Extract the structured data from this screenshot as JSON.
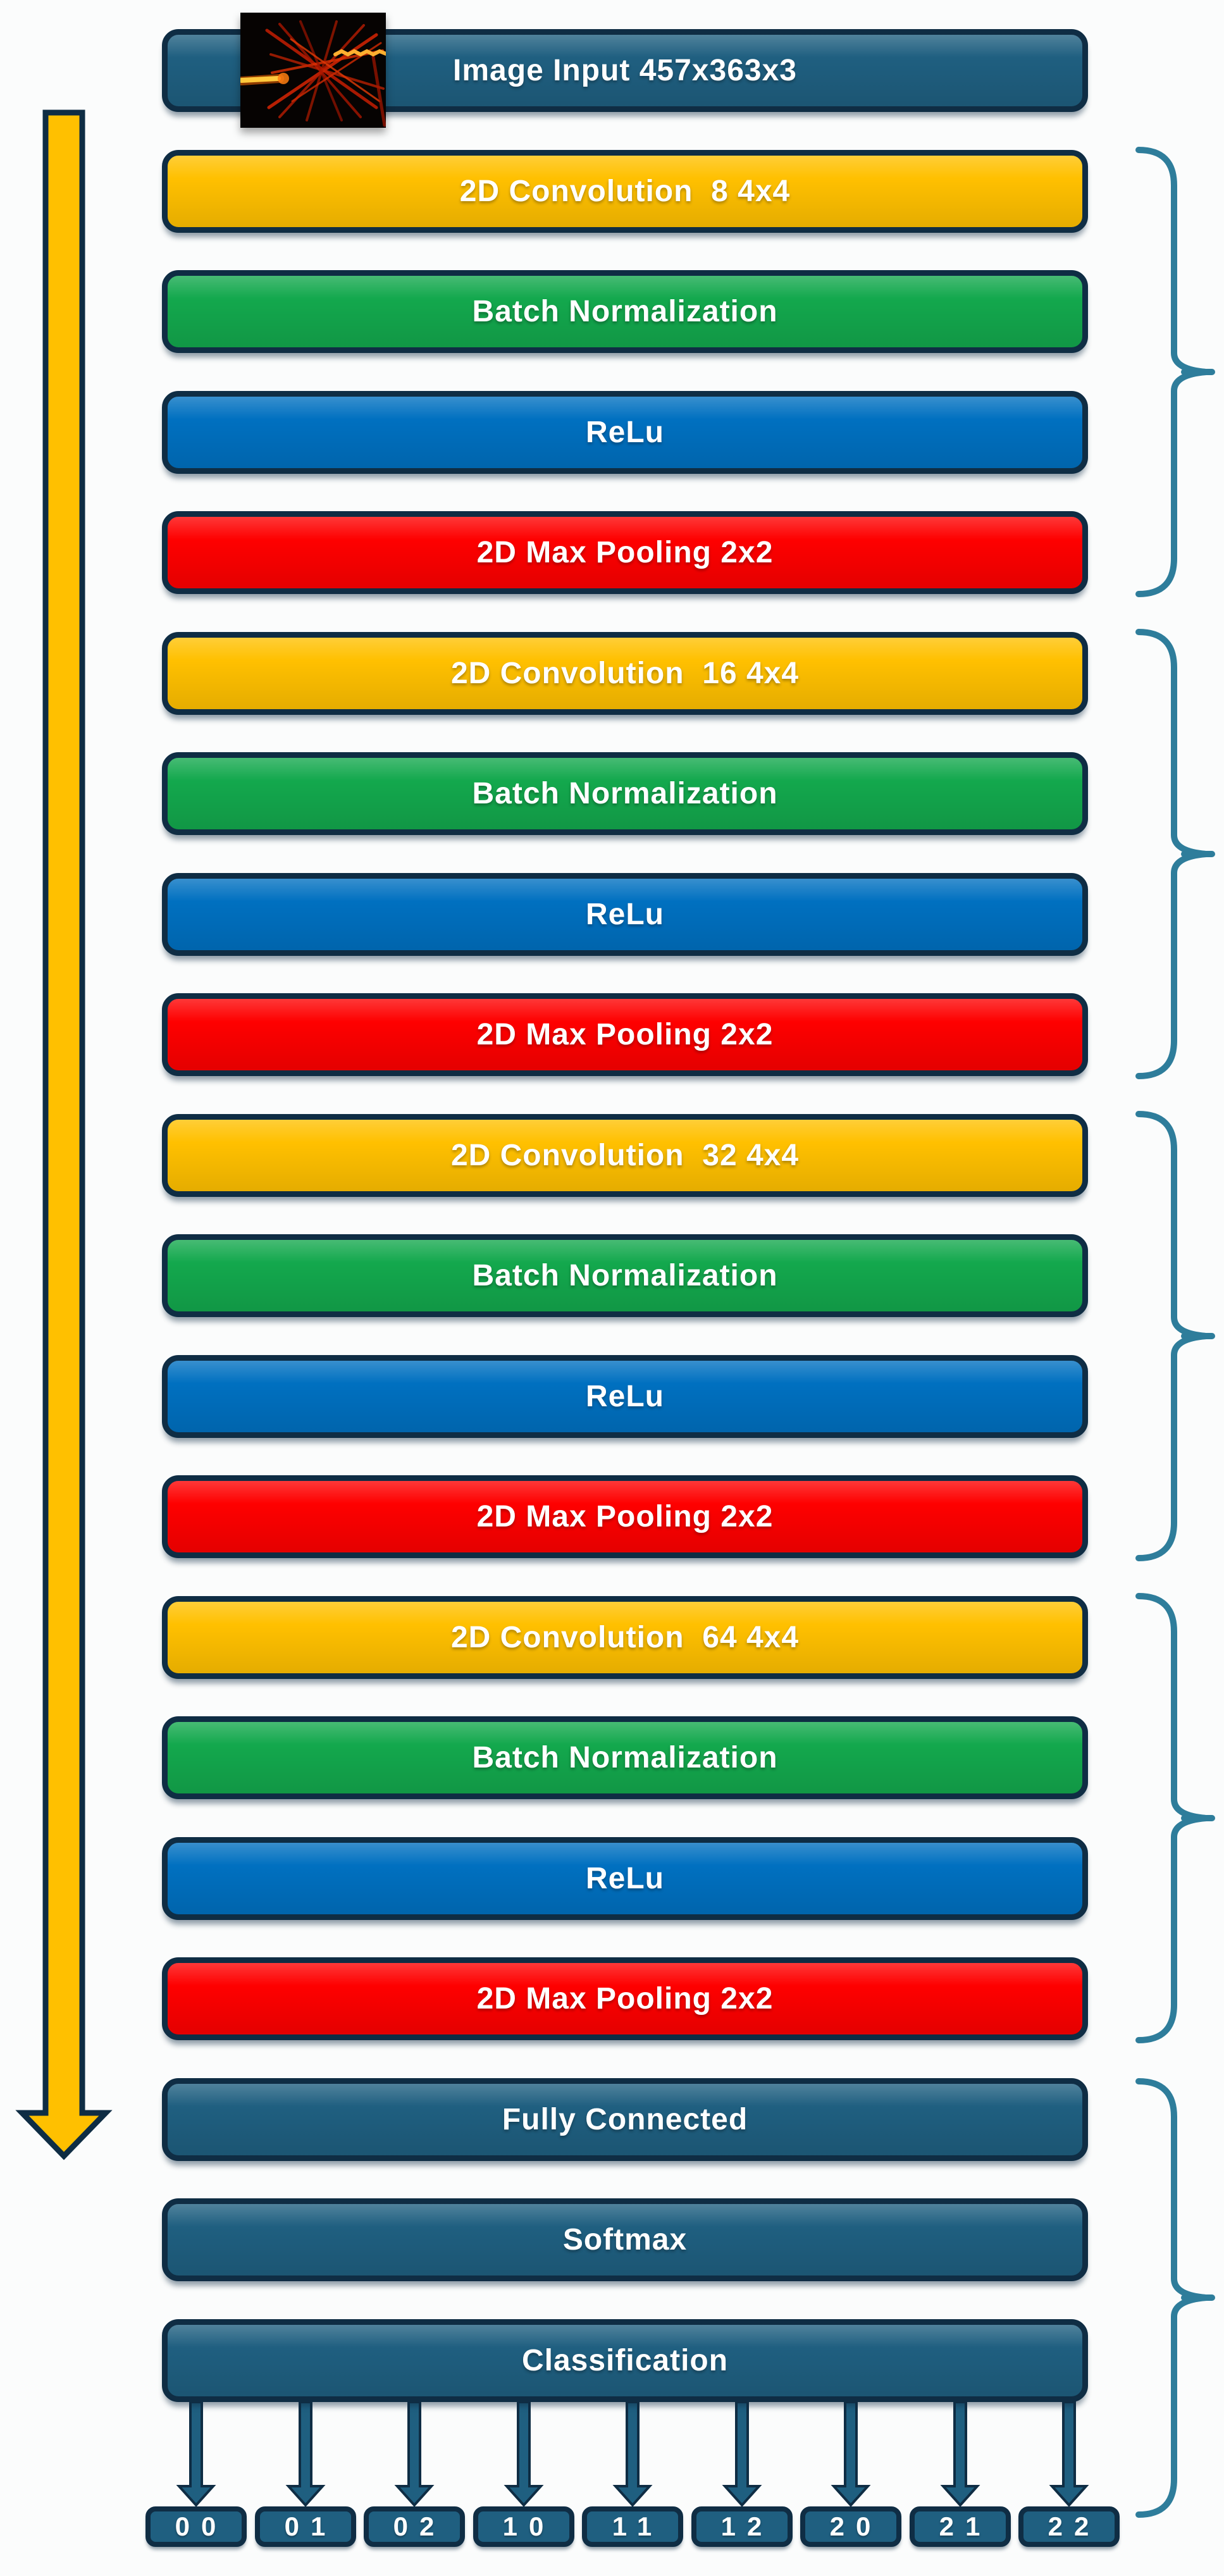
{
  "diagram": {
    "kind": "cnn-architecture-flow",
    "layers": [
      {
        "label": "Image Input 457x363x3",
        "type": "input"
      },
      {
        "label": "2D Convolution  8 4x4",
        "type": "conv"
      },
      {
        "label": "Batch Normalization",
        "type": "batchnorm"
      },
      {
        "label": "ReLu",
        "type": "relu"
      },
      {
        "label": "2D Max Pooling 2x2",
        "type": "maxpool"
      },
      {
        "label": "2D Convolution  16 4x4",
        "type": "conv"
      },
      {
        "label": "Batch Normalization",
        "type": "batchnorm"
      },
      {
        "label": "ReLu",
        "type": "relu"
      },
      {
        "label": "2D Max Pooling 2x2",
        "type": "maxpool"
      },
      {
        "label": "2D Convolution  32 4x4",
        "type": "conv"
      },
      {
        "label": "Batch Normalization",
        "type": "batchnorm"
      },
      {
        "label": "ReLu",
        "type": "relu"
      },
      {
        "label": "2D Max Pooling 2x2",
        "type": "maxpool"
      },
      {
        "label": "2D Convolution  64 4x4",
        "type": "conv"
      },
      {
        "label": "Batch Normalization",
        "type": "batchnorm"
      },
      {
        "label": "ReLu",
        "type": "relu"
      },
      {
        "label": "2D Max Pooling 2x2",
        "type": "maxpool"
      },
      {
        "label": "Fully Connected",
        "type": "dense"
      },
      {
        "label": "Softmax",
        "type": "dense"
      },
      {
        "label": "Classification",
        "type": "dense"
      }
    ],
    "outputs": [
      "00",
      "01",
      "02",
      "10",
      "11",
      "12",
      "20",
      "21",
      "22"
    ],
    "groups": [
      "stage-1",
      "stage-2",
      "stage-3",
      "stage-4",
      "classifier-head"
    ],
    "colors": {
      "input_dense": "#1f5f80",
      "convolution": "#ffc000",
      "batch_normalization": "#13a84d",
      "relu": "#0070c0",
      "max_pooling": "#fe0000",
      "box_border": "#0f2d44",
      "brace": "#2e7d9b",
      "flow_arrow": "#ffc000",
      "output_arrow": "#1f5f80",
      "background": "#fbfcfc"
    }
  }
}
